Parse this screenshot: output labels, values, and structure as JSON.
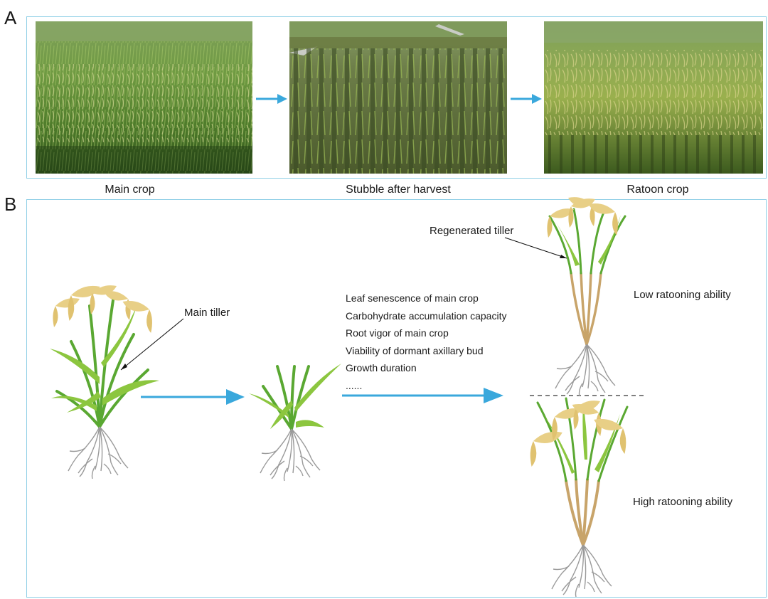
{
  "panel_a": {
    "letter": "A",
    "photos": [
      {
        "caption": "Main crop"
      },
      {
        "caption": "Stubble after harvest"
      },
      {
        "caption": "Ratoon crop"
      }
    ]
  },
  "panel_b": {
    "letter": "B",
    "main_tiller_label": "Main tiller",
    "regenerated_tiller_label": "Regenerated tiller",
    "factors": [
      "Leaf senescence of main crop",
      "Carbohydrate accumulation capacity",
      "Root vigor of main crop",
      "Viability of dormant axillary bud",
      "Growth duration",
      "......"
    ],
    "low_label": "Low ratooning ability",
    "high_label": "High ratooning ability"
  },
  "colors": {
    "arrow": "#3aa8dc",
    "frame": "#8fcfe6",
    "leaf": "#5aa832",
    "leaf_light": "#8cc63f",
    "stem_brown": "#c8a46a",
    "panicle": "#e8cf86",
    "root": "#9a9a9a"
  }
}
